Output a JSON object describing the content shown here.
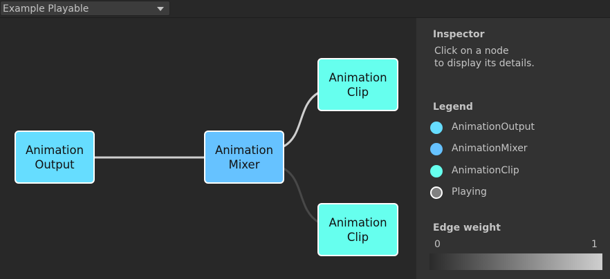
{
  "toolbar": {
    "graph_selector": "Example Playable"
  },
  "graph": {
    "nodes": {
      "output": {
        "label": "Animation\nOutput",
        "type": "AnimationOutput"
      },
      "mixer": {
        "label": "Animation\nMixer",
        "type": "AnimationMixer"
      },
      "clip_top": {
        "label": "Animation\nClip",
        "type": "AnimationClip"
      },
      "clip_bottom": {
        "label": "Animation\nClip",
        "type": "AnimationClip"
      }
    },
    "edges": [
      {
        "from": "output",
        "to": "mixer",
        "weight": 1
      },
      {
        "from": "mixer",
        "to": "clip_top",
        "weight": 1
      },
      {
        "from": "mixer",
        "to": "clip_bottom",
        "weight": 0
      }
    ]
  },
  "inspector": {
    "title": "Inspector",
    "hint": "Click on a node\nto display its details."
  },
  "legend": {
    "title": "Legend",
    "items": [
      {
        "label": "AnimationOutput",
        "color": "#66ddff"
      },
      {
        "label": "AnimationMixer",
        "color": "#66c2ff"
      },
      {
        "label": "AnimationClip",
        "color": "#66ffee"
      },
      {
        "label": "Playing",
        "color": "#808080",
        "border": "#ffffff"
      }
    ]
  },
  "edge_weight": {
    "title": "Edge weight",
    "min_label": "0",
    "max_label": "1",
    "colors": {
      "min": "#2a2a2a",
      "max": "#cfcfcf"
    }
  },
  "colors": {
    "output": "#66ddff",
    "mixer": "#66c2ff",
    "clip": "#66ffee",
    "background": "#282828",
    "panel": "#323232"
  }
}
